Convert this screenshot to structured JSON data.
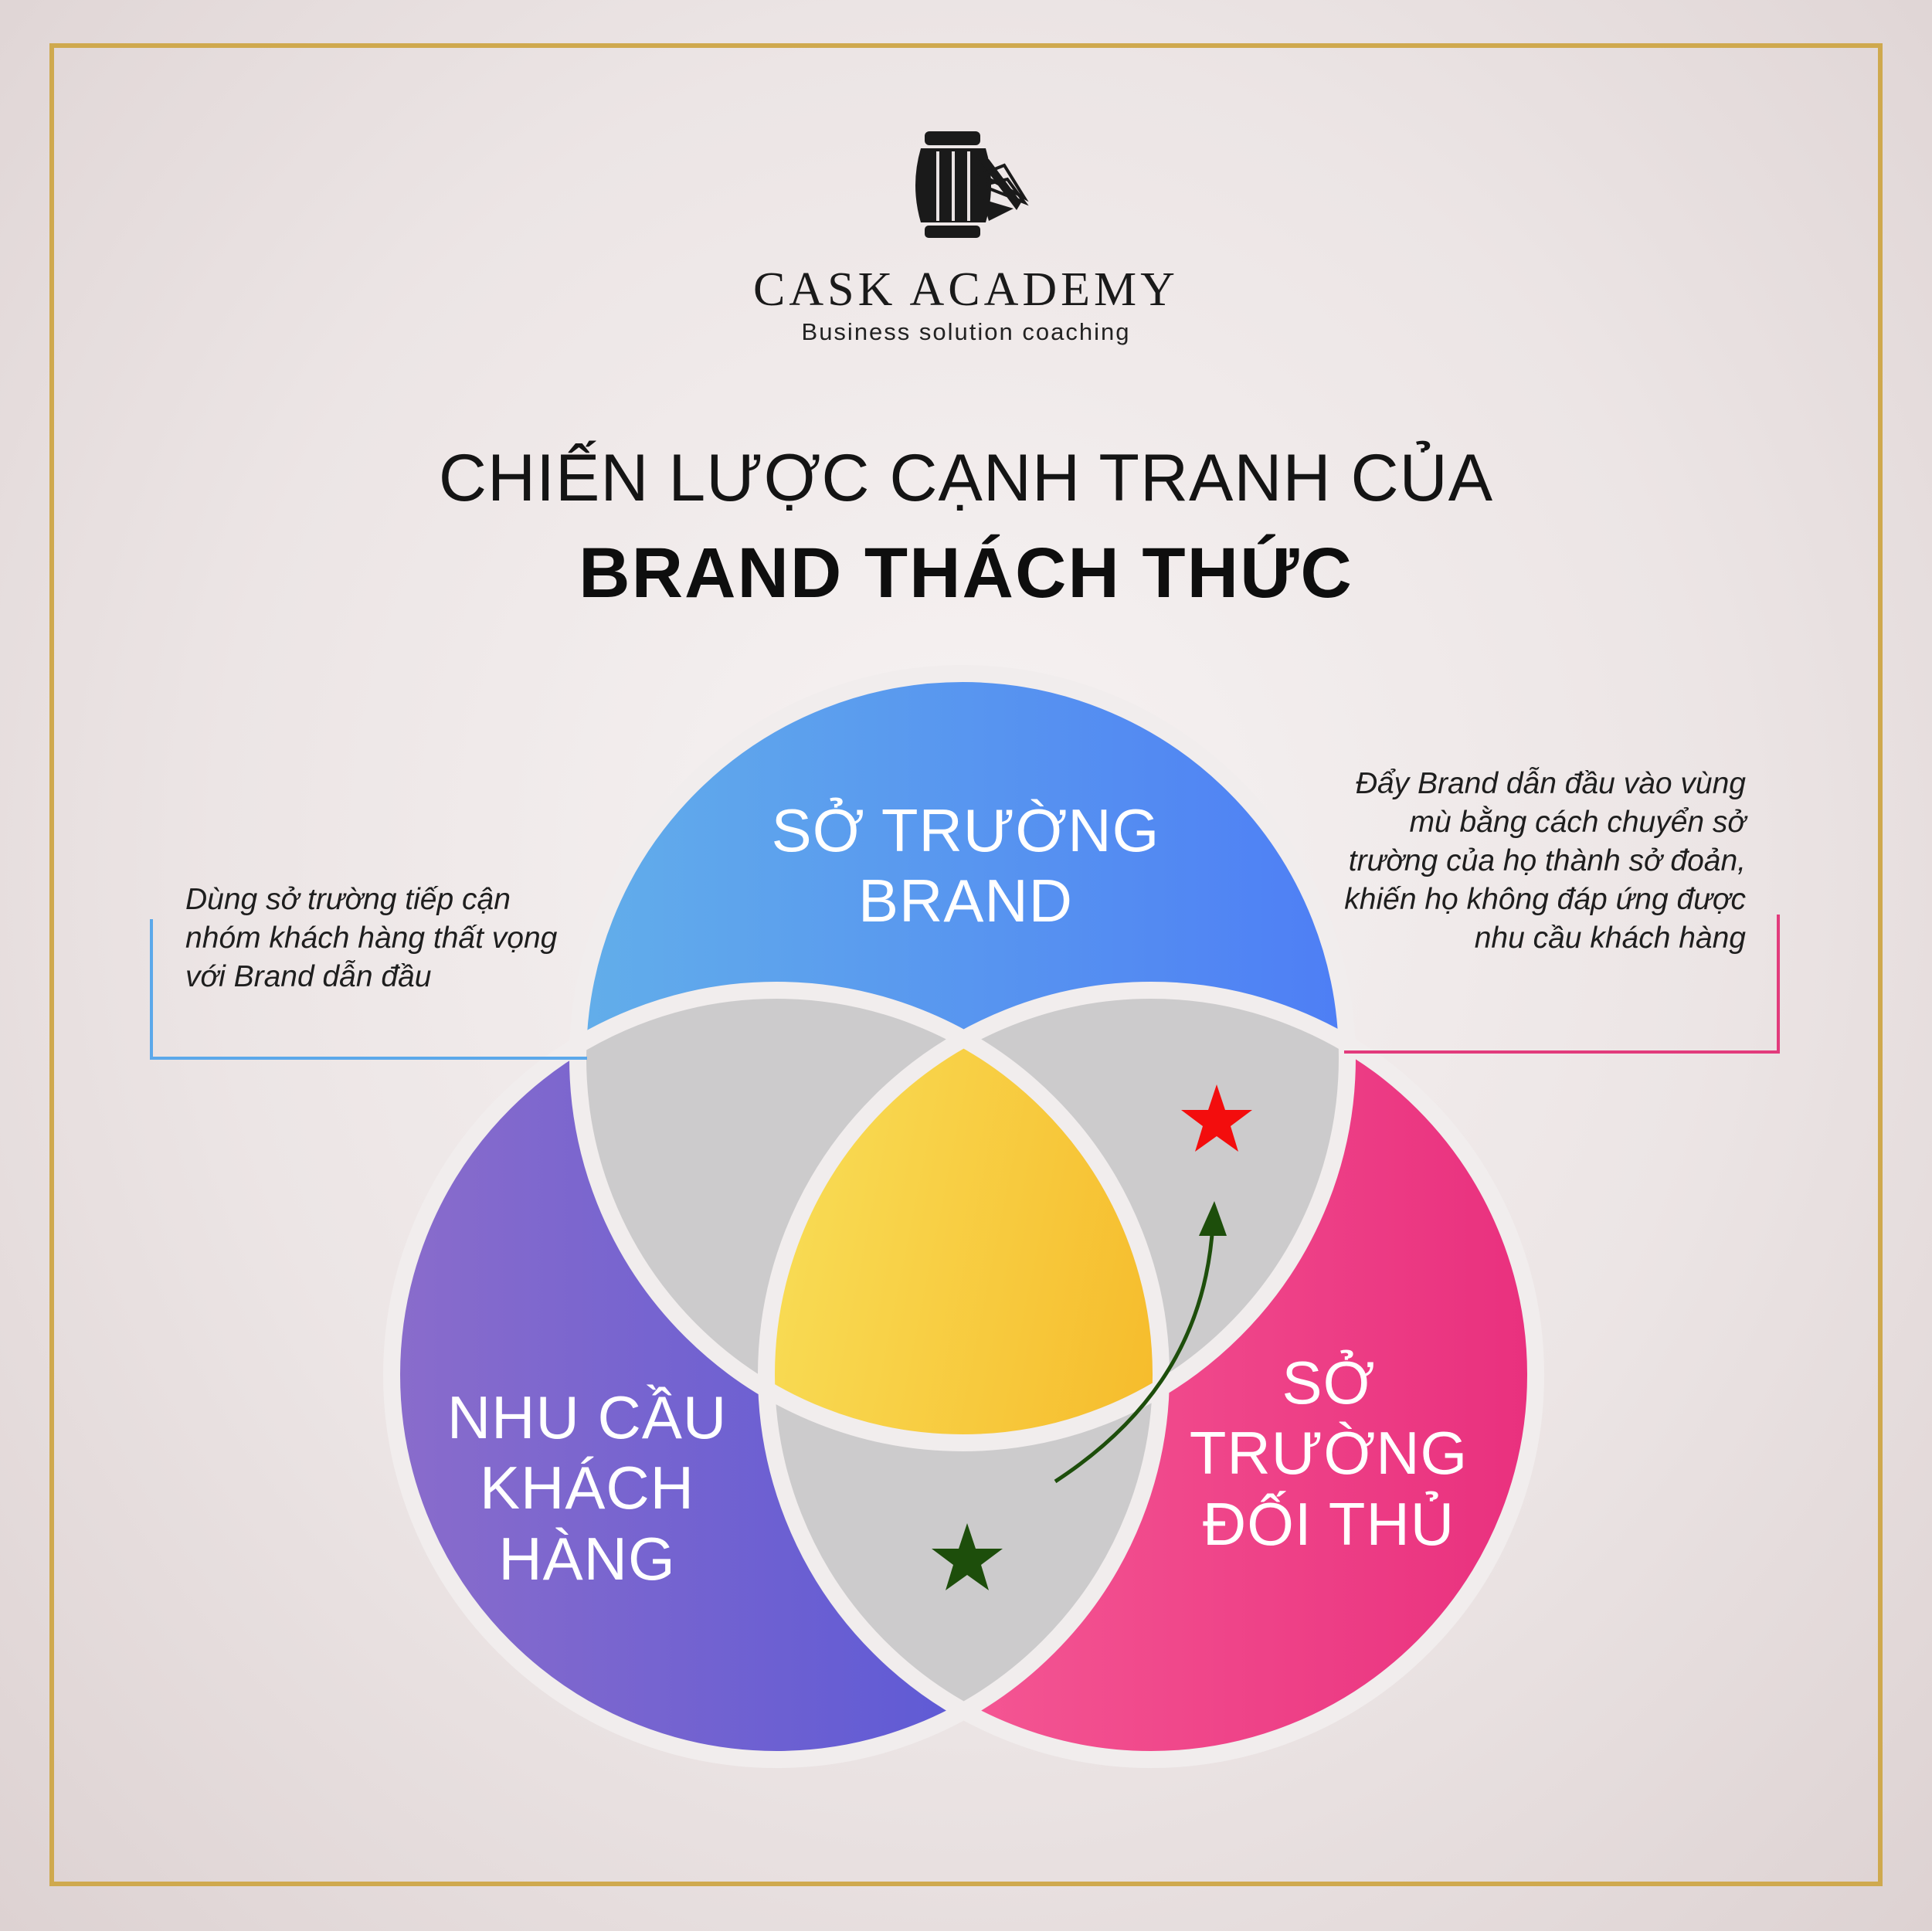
{
  "header": {
    "brand_name": "CASK ACADEMY",
    "brand_tagline": "Business solution coaching",
    "logo_icon": "cask-barrel-book-icon"
  },
  "title": {
    "line1": "CHIẾN LƯỢC CẠNH TRANH CỦA",
    "line2": "BRAND THÁCH THỨC"
  },
  "venn": {
    "circles": [
      {
        "id": "top",
        "lines": [
          "SỞ TRƯỜNG",
          "BRAND"
        ],
        "gradient": [
          "#62aeea",
          "#4e7ef5"
        ]
      },
      {
        "id": "left",
        "lines": [
          "NHU CẦU",
          "KHÁCH",
          "HÀNG"
        ],
        "gradient": [
          "#8a6ccb",
          "#4f54d9"
        ]
      },
      {
        "id": "right",
        "lines": [
          "SỞ",
          "TRƯỜNG",
          "ĐỐI THỦ"
        ],
        "gradient": [
          "#f8639a",
          "#e9307e"
        ]
      }
    ],
    "overlap_color": "#cccbcc",
    "center_gradient": [
      "#f9e05a",
      "#f4a30c"
    ]
  },
  "annotations": {
    "left": "Dùng sở trường tiếp cận nhóm khách hàng thất vọng với Brand dẫn đầu",
    "right": "Đẩy Brand dẫn đầu vào vùng mù bằng cách chuyển sở trường của họ thành sở đoản, khiến họ không đáp ứng được nhu cầu khách hàng",
    "left_line_color": "#5ba8ea",
    "right_line_color": "#e23b7c"
  },
  "markers": {
    "start_star_color": "#1d4e0b",
    "target_star_color": "#f30d0d",
    "arrow_color": "#1d4e0b"
  }
}
